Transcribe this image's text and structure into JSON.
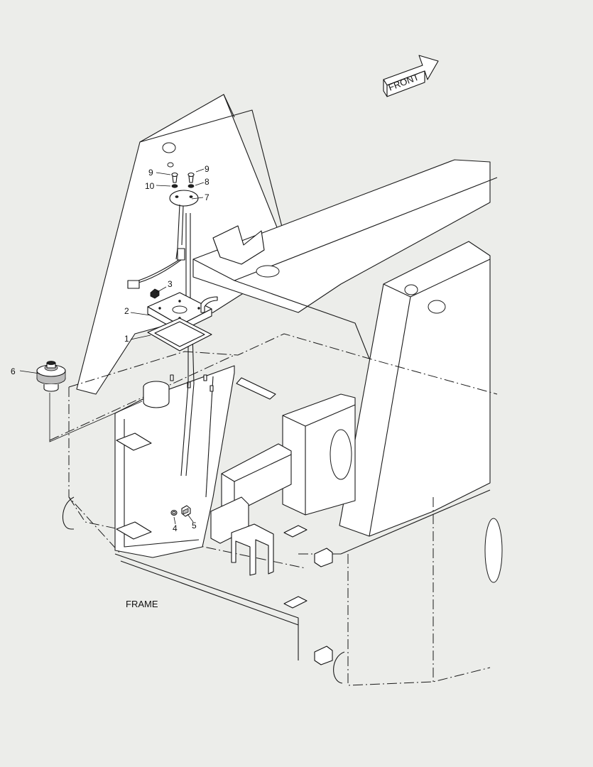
{
  "diagram": {
    "direction_label": "FRONT",
    "assembly_label": "FRAME",
    "callouts": [
      "1",
      "2",
      "3",
      "4",
      "5",
      "6",
      "7",
      "8",
      "9",
      "9",
      "10"
    ]
  }
}
